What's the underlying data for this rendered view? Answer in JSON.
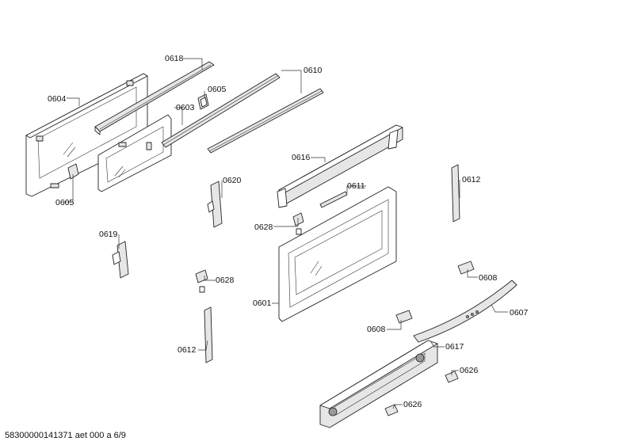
{
  "callouts": [
    {
      "id": "0618",
      "label": "0618"
    },
    {
      "id": "0610",
      "label": "0610"
    },
    {
      "id": "0605a",
      "label": "0605"
    },
    {
      "id": "0604",
      "label": "0604"
    },
    {
      "id": "0603",
      "label": "0603"
    },
    {
      "id": "0605b",
      "label": "0605"
    },
    {
      "id": "0616",
      "label": "0616"
    },
    {
      "id": "0611",
      "label": "0611"
    },
    {
      "id": "0612a",
      "label": "0612"
    },
    {
      "id": "0620",
      "label": "0620"
    },
    {
      "id": "0628a",
      "label": "0628"
    },
    {
      "id": "0619",
      "label": "0619"
    },
    {
      "id": "0628b",
      "label": "0628"
    },
    {
      "id": "0608a",
      "label": "0608"
    },
    {
      "id": "0601",
      "label": "0601"
    },
    {
      "id": "0607",
      "label": "0607"
    },
    {
      "id": "0608b",
      "label": "0608"
    },
    {
      "id": "0612b",
      "label": "0612"
    },
    {
      "id": "0617",
      "label": "0617"
    },
    {
      "id": "0626a",
      "label": "0626"
    },
    {
      "id": "0626b",
      "label": "0626"
    }
  ],
  "footer": {
    "text": "58300000141371 aet 000 a 6/9"
  }
}
